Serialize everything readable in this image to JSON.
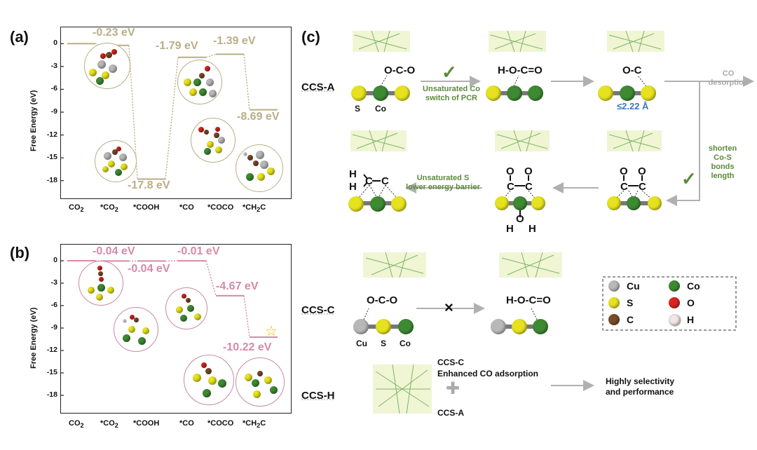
{
  "panels": {
    "a": {
      "label": "(a)"
    },
    "b": {
      "label": "(b)"
    },
    "c": {
      "label": "(c)"
    }
  },
  "chart_data": [
    {
      "type": "line",
      "panel": "a",
      "ylabel": "Free Energy (eV)",
      "categories": [
        "CO2",
        "*CO2",
        "*COOH",
        "*CO",
        "*COCO",
        "*CH2C"
      ],
      "values": [
        0,
        -0.23,
        -17.8,
        -1.79,
        -1.39,
        -8.69
      ],
      "data_labels": [
        "-0.23 eV",
        "-17.8 eV",
        "-1.79 eV",
        "-1.39 eV",
        "-8.69 eV"
      ],
      "yticks": [
        0,
        -3,
        -6,
        -9,
        -12,
        -15,
        -18
      ],
      "ylim": [
        -19.5,
        1.5
      ],
      "color": "#b9ae86"
    },
    {
      "type": "line",
      "panel": "b",
      "ylabel": "Free Energy (eV)",
      "categories": [
        "CO2",
        "*CO2",
        "*COOH",
        "*CO",
        "*COCO",
        "*CH2C"
      ],
      "values": [
        0,
        -0.04,
        -0.04,
        -0.01,
        -4.67,
        -10.22
      ],
      "data_labels": [
        "-0.04 eV",
        "-0.04 eV",
        "-0.01 eV",
        "-4.67 eV",
        "-10.22 eV"
      ],
      "yticks": [
        0,
        -3,
        -6,
        -9,
        -12,
        -15,
        -18
      ],
      "ylim": [
        -19.5,
        1.5
      ],
      "color": "#d58aa6"
    }
  ],
  "xticks": {
    "co2": "CO",
    "sub2": "2",
    "sco2": "*CO",
    "cooh": "*COOH",
    "co": "*CO",
    "coco": "*COCO",
    "ch2c": "*CH",
    "ch2c_end": "C"
  },
  "diagram": {
    "rows": {
      "ccs_a": "CCS-A",
      "ccs_c": "CCS-C",
      "ccs_h": "CCS-H"
    },
    "molecules": {
      "oco": "O-C-O",
      "hoco": "H-O-C=O",
      "oc": "O-C",
      "oco_c": "O-C-O",
      "hoco_c": "H-O-C=O",
      "o1": "O",
      "o2": "O",
      "c1": "C",
      "c2": "C",
      "o3": "O",
      "o4": "O",
      "c3": "C",
      "c4": "C",
      "oh_o": "O",
      "oh_h1": "H",
      "oh_h2": "H",
      "ch2_h1": "H",
      "ch2_h2": "H",
      "ch2_c1": "C",
      "ch2_c2": "C"
    },
    "atom_labels": {
      "s": "S",
      "co": "Co",
      "cu_c": "Cu",
      "s_c": "S",
      "co_c": "Co"
    },
    "annotations": {
      "unsat_co_1": "Unsaturated Co",
      "unsat_co_2": "switch of PCR",
      "co_desorb_1": "CO",
      "co_desorb_2": "desorption",
      "bond_len": "≤2.22 Å",
      "shorten_1": "shorten",
      "shorten_2": "Co-S",
      "shorten_3": "bonds",
      "shorten_4": "length",
      "unsat_s_1": "Unsaturated S",
      "unsat_s_2": "lower energy barrier",
      "ccs_c_top": "CCS-C",
      "enhanced": "Enhanced CO adsorption",
      "ccs_a_bottom": "CCS-A",
      "result_1": "Highly selectivity",
      "result_2": "and performance",
      "check": "✓",
      "cross": "×",
      "plus": "✚"
    },
    "legend": [
      {
        "symbol": "Cu",
        "color": "#b8b8b8"
      },
      {
        "symbol": "Co",
        "color": "#3d8a33"
      },
      {
        "symbol": "S",
        "color": "#e6e21f"
      },
      {
        "symbol": "O",
        "color": "#d8251f"
      },
      {
        "symbol": "C",
        "color": "#7a4a2a"
      },
      {
        "symbol": "H",
        "color": "#f3e6e6"
      }
    ]
  }
}
